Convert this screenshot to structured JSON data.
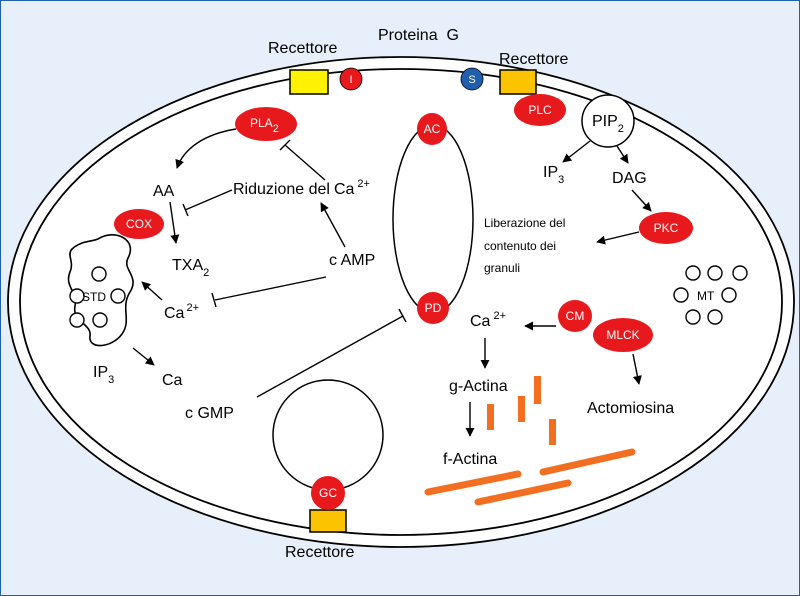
{
  "labels": {
    "receptor_top_left": "Recettore",
    "g_protein": "Proteina  G",
    "receptor_top_right": "Recettore",
    "receptor_bottom": "Recettore",
    "pip2_main": "PIP",
    "pip2_sub": "2",
    "ip3_right_main": "IP",
    "ip3_right_sub": "3",
    "dag": "DAG",
    "granule_line1": "Liberazione del",
    "granule_line2": "contenuto dei",
    "granule_line3": "granuli",
    "aa": "AA",
    "ca_reduction_main": "Riduzione del",
    "ca_reduction_ca": "Ca",
    "ca_reduction_sup": "2+",
    "txa2_main": "TXA",
    "txa2_sub": "2",
    "camp": "c AMP",
    "ca_left_main": "Ca",
    "ca_left_sup": "2+",
    "ip3_left_main": "IP",
    "ip3_left_sub": "3",
    "ca_left_plain": "Ca",
    "cgmp": "c GMP",
    "ca_right_main": "Ca",
    "ca_right_sup": "2+",
    "g_actin": "g-Actina",
    "f_actin": "f-Actina",
    "actomyosin": "Actomiosina",
    "std": "STD",
    "mt": "MT"
  },
  "enzymes": {
    "i": "I",
    "s": "S",
    "plc": "PLC",
    "pla2_main": "PLA",
    "pla2_sub": "2",
    "cox": "COX",
    "ac": "AC",
    "pd": "PD",
    "pkc": "PKC",
    "cm": "CM",
    "mlck": "MLCK",
    "gc": "GC"
  },
  "colors": {
    "background": "#e6effa",
    "enzyme_red": "#e8191d",
    "g_protein_blue": "#1f5fad",
    "receptor_yellow": "#fff200",
    "receptor_gold": "#fbc300",
    "actin_orange": "#f26f21"
  }
}
